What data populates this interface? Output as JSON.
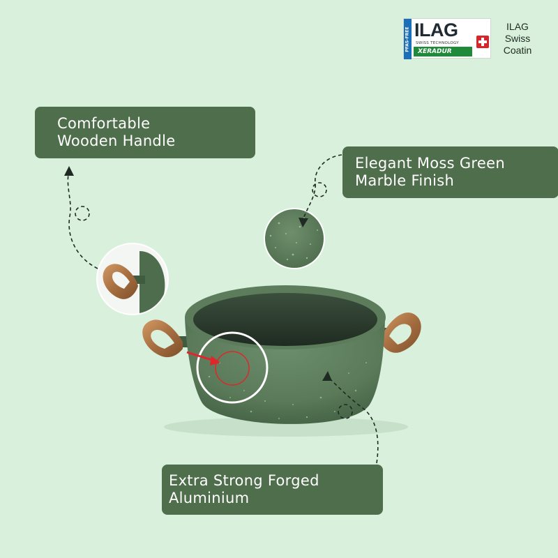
{
  "logo": {
    "badge_side_text": "PFAS-FREE",
    "brand": "ILAG",
    "tagline": "SWISS TECHNOLOGY",
    "coating_name": "XERADUR",
    "caption_line1": "ILAG",
    "caption_line2": "Swiss",
    "caption_line3": "Coatin"
  },
  "features": {
    "handle": {
      "line1": "Comfortable",
      "line2": "Wooden Handle"
    },
    "marble": {
      "line1": "Elegant Moss Green",
      "line2": "Marble Finish"
    },
    "aluminium": {
      "line1": "Extra Strong Forged",
      "line2": "Aluminium"
    }
  },
  "colors": {
    "background": "#d9f1dc",
    "label_box": "#4f6e4b",
    "pot_body": "#5b7b5b",
    "handle_wood": "#b07a4c",
    "accent_red": "#e0262a"
  }
}
